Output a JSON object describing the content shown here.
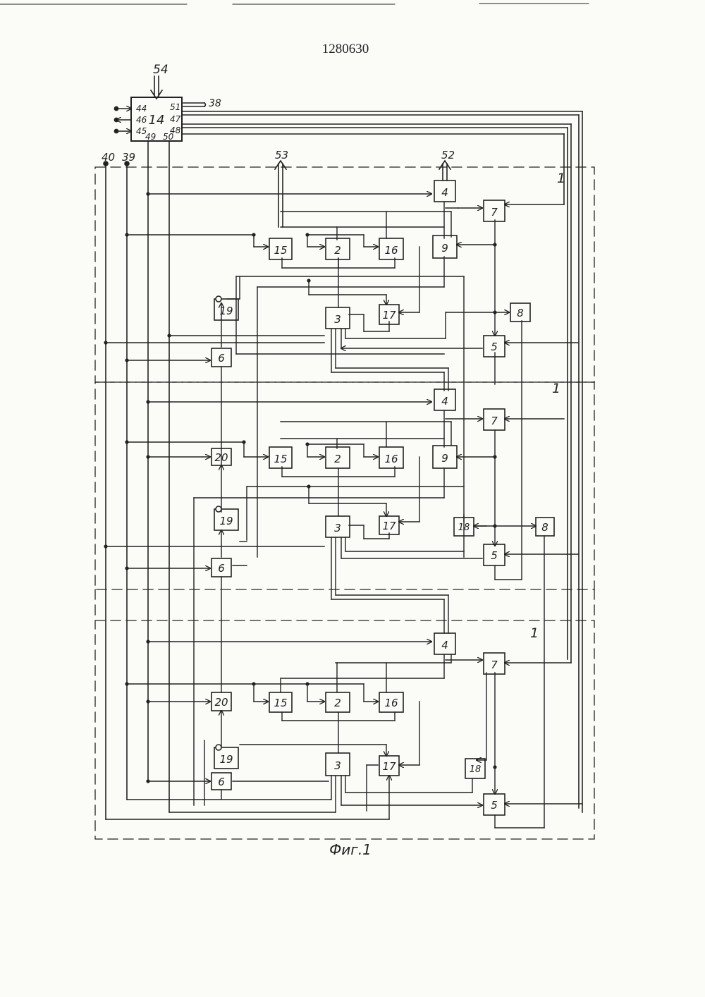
{
  "patent_number": "1280630",
  "figure_caption": "Фиг.1",
  "colors": {
    "ink": "#222222",
    "paper": "#fbfbf8"
  },
  "controller": {
    "label": "14",
    "pins": {
      "p44": "44",
      "p46": "46",
      "p45": "45",
      "p49": "49",
      "p50": "50",
      "p51": "51",
      "p47": "47",
      "p48": "48"
    }
  },
  "external_labels": {
    "l54": "54",
    "l38": "38",
    "l40": "40",
    "l39": "39",
    "l53": "53",
    "l52": "52"
  },
  "stages": [
    {
      "stage_label": "1",
      "blocks": {
        "b2": "2",
        "b3": "3",
        "b4": "4",
        "b5": "5",
        "b6": "6",
        "b7": "7",
        "b8": "8",
        "b9": "9",
        "b15": "15",
        "b16": "16",
        "b17": "17",
        "b19": "19"
      }
    },
    {
      "stage_label": "1",
      "blocks": {
        "b2": "2",
        "b3": "3",
        "b4": "4",
        "b5": "5",
        "b6": "6",
        "b7": "7",
        "b8": "8",
        "b9": "9",
        "b15": "15",
        "b16": "16",
        "b17": "17",
        "b18": "18",
        "b19": "19",
        "b20": "20"
      }
    },
    {
      "stage_label": "1",
      "blocks": {
        "b2": "2",
        "b3": "3",
        "b4": "4",
        "b5": "5",
        "b6": "6",
        "b7": "7",
        "b15": "15",
        "b16": "16",
        "b17": "17",
        "b18": "18",
        "b19": "19",
        "b20": "20"
      }
    }
  ]
}
